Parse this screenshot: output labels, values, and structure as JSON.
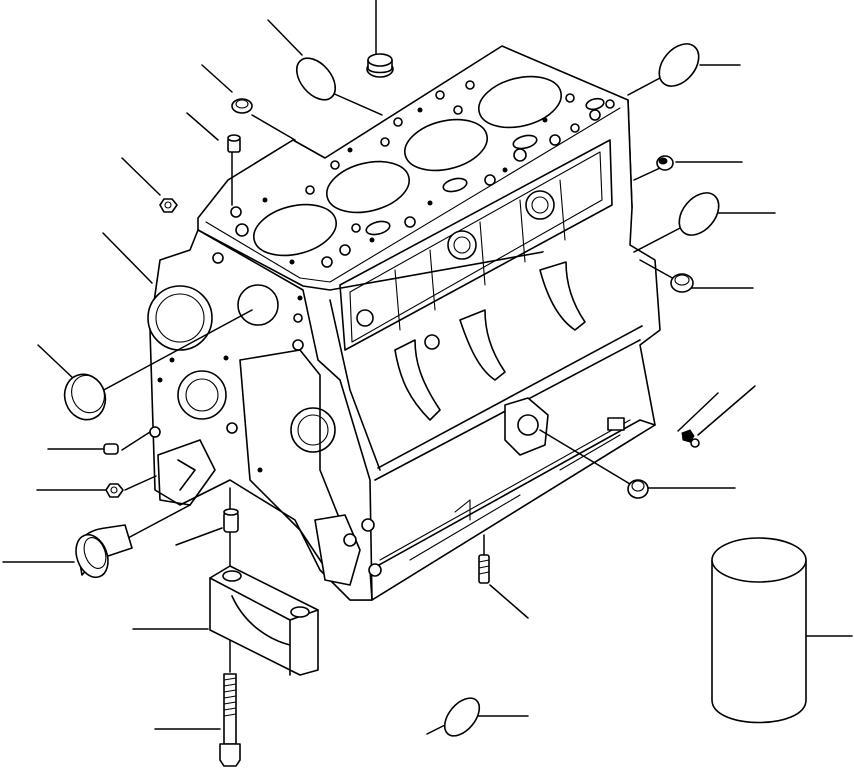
{
  "diagram": {
    "subject": "engine-cylinder-block-exploded-view",
    "callouts": [
      "plug-top",
      "cup-plug-top-left",
      "plug-upper-left",
      "dowel-upper-left",
      "bolt-left",
      "block-leader",
      "plug-top-right",
      "plug-right-small",
      "cup-plug-right",
      "plug-right-lower",
      "seal-ring-left",
      "pin-left",
      "nut-left",
      "bushing-left",
      "bearing-bolt",
      "bearing-cap",
      "main-bolt",
      "sleeve",
      "cup-plug-bottom",
      "screw-right",
      "plug-right-bottom",
      "stud-bottom"
    ]
  }
}
